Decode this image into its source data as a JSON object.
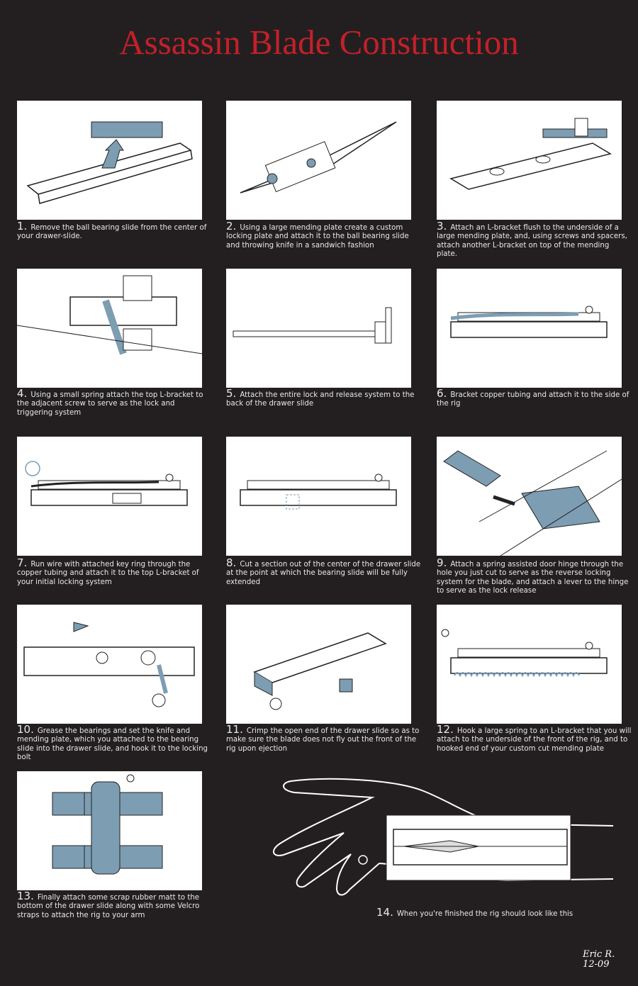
{
  "title": "Assassin Blade Construction",
  "steps": [
    {
      "num": "1.",
      "text": "Remove the ball bearing slide from the center of your drawer-slide."
    },
    {
      "num": "2.",
      "text": "Using a large mending plate create a custom locking plate and attach it to the ball bearing slide and throwing knife in a sandwich fashion"
    },
    {
      "num": "3.",
      "text": "Attach an L-bracket flush to the underside of a large mending plate, and, using screws and spacers, attach another L-bracket on top of the mending plate."
    },
    {
      "num": "4.",
      "text": "Using a small spring attach the top L-bracket to the adjacent screw to serve as the lock and triggering system"
    },
    {
      "num": "5.",
      "text": "Attach the entire lock and release system to the back of the drawer slide"
    },
    {
      "num": "6.",
      "text": "Bracket  copper tubing and attach it to the side of the rig"
    },
    {
      "num": "7.",
      "text": "Run wire with attached key ring through the copper tubing and attach it to the top L-bracket of your initial locking system"
    },
    {
      "num": "8.",
      "text": "Cut a section out of the center of the drawer slide at the point at which the bearing slide will be fully extended"
    },
    {
      "num": "9.",
      "text": "Attach a spring assisted door hinge through the hole you just cut to serve as the reverse locking system for the blade, and attach a lever to the hinge to serve as the lock release"
    },
    {
      "num": "10.",
      "text": "Grease the bearings and set the knife and mending plate, which you attached to the bearing slide into the drawer slide, and hook it to the locking bolt"
    },
    {
      "num": "11.",
      "text": "Crimp the open end of the drawer slide so as to make sure the blade does not fly out the front of the rig upon ejection"
    },
    {
      "num": "12.",
      "text": "Hook a large spring to an L-bracket that you will attach to the underside of the front of the rig, and to hooked end of your custom cut mending plate"
    },
    {
      "num": "13.",
      "text": "Finally attach some scrap rubber matt to the bottom of the drawer slide along with some Velcro straps to attach the rig to your arm"
    },
    {
      "num": "14.",
      "text": "When you're finished the rig should look like this"
    }
  ],
  "signature": {
    "name": "Eric R.",
    "date": "12-09"
  },
  "colors": {
    "background": "#231f20",
    "title": "#c4202a",
    "accent_blue": "#7d9db3"
  }
}
